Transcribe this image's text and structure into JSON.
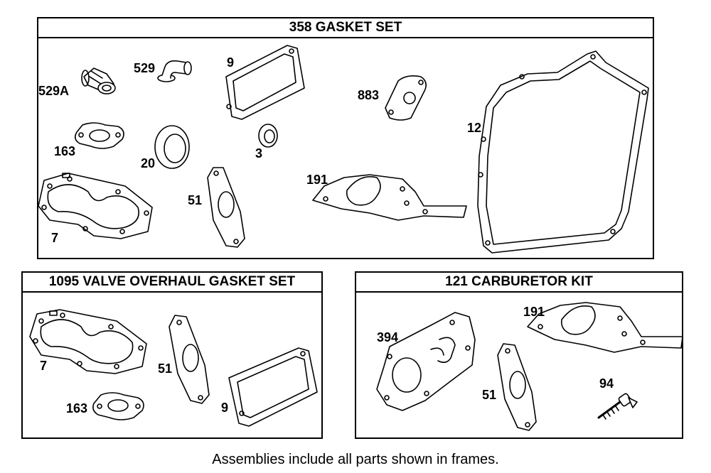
{
  "frames": {
    "gasket_set": {
      "title": "358 GASKET SET",
      "labels": {
        "p529a": "529A",
        "p529": "529",
        "p9": "9",
        "p883": "883",
        "p12": "12",
        "p163": "163",
        "p20": "20",
        "p3": "3",
        "p191": "191",
        "p51": "51",
        "p7": "7"
      }
    },
    "valve_set": {
      "title": "1095 VALVE OVERHAUL GASKET SET",
      "labels": {
        "p7": "7",
        "p51": "51",
        "p9": "9",
        "p163": "163"
      }
    },
    "carb_kit": {
      "title": "121 CARBURETOR KIT",
      "labels": {
        "p394": "394",
        "p191": "191",
        "p51": "51",
        "p94": "94"
      }
    }
  },
  "footnote": "Assemblies include all parts shown in frames."
}
